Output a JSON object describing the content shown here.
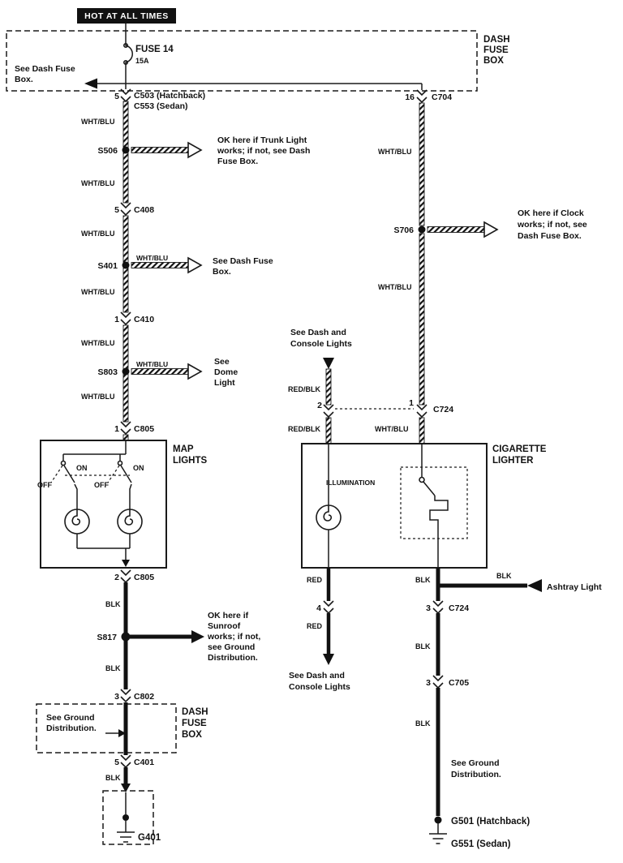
{
  "header": {
    "hot_label": "HOT AT ALL TIMES"
  },
  "fuse_box_top": {
    "title": [
      "DASH",
      "FUSE",
      "BOX"
    ],
    "fuse_name": "FUSE 14",
    "fuse_rating": "15A",
    "note": [
      "See Dash Fuse",
      "Box."
    ]
  },
  "wire_colors": {
    "wht_blu": "WHT/BLU",
    "blk": "BLK",
    "red": "RED",
    "red_blk": "RED/BLK"
  },
  "connectors": {
    "c503": {
      "pin": "5",
      "name": "C503 (Hatchback)",
      "alt_name": "C553 (Sedan)"
    },
    "c408": {
      "pin": "5",
      "name": "C408"
    },
    "c410": {
      "pin": "1",
      "name": "C410"
    },
    "c805_in": {
      "pin": "1",
      "name": "C805"
    },
    "c805_out": {
      "pin": "2",
      "name": "C805"
    },
    "c802": {
      "pin": "3",
      "name": "C802"
    },
    "c401": {
      "pin": "5",
      "name": "C401"
    },
    "c704": {
      "pin": "16",
      "name": "C704"
    },
    "c724_top": {
      "pin_left": "2",
      "pin_right": "1",
      "name": "C724"
    },
    "c724_bottom": {
      "pin_left": "4",
      "pin_right": "3",
      "name": "C724"
    },
    "c705": {
      "pin": "3",
      "name": "C705"
    }
  },
  "splices": {
    "s506": {
      "label": "S506",
      "note": [
        "OK here if Trunk Light",
        "works; if not, see Dash",
        "Fuse Box."
      ]
    },
    "s401": {
      "label": "S401",
      "note": [
        "See Dash Fuse",
        "Box."
      ]
    },
    "s803": {
      "label": "S803",
      "note": [
        "See",
        "Dome",
        "Light"
      ]
    },
    "s706": {
      "label": "S706",
      "note": [
        "OK here if Clock",
        "works; if not, see",
        "Dash Fuse Box."
      ]
    },
    "s817": {
      "label": "S817",
      "note": [
        "OK here if",
        "Sunroof",
        "works; if not,",
        "see Ground",
        "Distribution."
      ]
    }
  },
  "map_lights": {
    "title": [
      "MAP",
      "LIGHTS"
    ],
    "switch_on": "ON",
    "switch_off": "OFF"
  },
  "cigarette_lighter": {
    "title": [
      "CIGARETTE",
      "LIGHTER"
    ],
    "illumination": "ILLUMINATION"
  },
  "fuse_box_lower": {
    "title": [
      "DASH",
      "FUSE",
      "BOX"
    ],
    "note": [
      "See Ground",
      "Distribution."
    ]
  },
  "notes": {
    "console_top": [
      "See Dash and",
      "Console Lights"
    ],
    "console_bottom": [
      "See Dash and",
      "Console Lights"
    ],
    "ground_right": [
      "See Ground",
      "Distribution."
    ],
    "ashtray": "Ashtray Light"
  },
  "grounds": {
    "g401": "G401",
    "g501": "G501 (Hatchback)",
    "g551": "G551 (Sedan)"
  }
}
